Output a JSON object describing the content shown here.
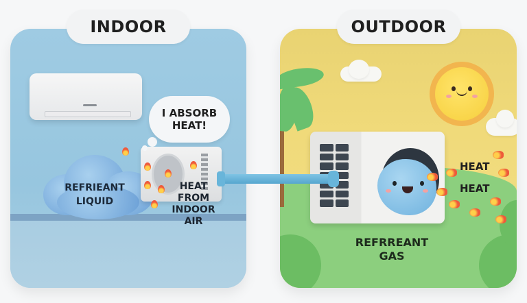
{
  "indoor": {
    "title": "INDOOR",
    "thought_bubble": {
      "line1": "I ABSORB",
      "line2": "HEAT!"
    },
    "refrigerant_label": {
      "line1": "REFRIEANT",
      "line2": "LIQUID"
    },
    "heat_label": {
      "line1": "HEAT",
      "line2": "FROM",
      "line3": "INDOOR",
      "line4": "AIR"
    },
    "colors": {
      "panel": "#9fcbe3",
      "floor_strip": "#7da3c4"
    }
  },
  "outdoor": {
    "title": "OUTDOOR",
    "refrigerant_label": {
      "line1": "REFRREANT",
      "line2": "GAS"
    },
    "heat_labels": [
      "HEAT",
      "HEAT"
    ],
    "colors": {
      "panel": "#e9d372",
      "grass": "#8ccf7e",
      "sun": "#f6cf3d"
    }
  },
  "connector": {
    "icon": "refrigerant-pipe",
    "color": "#68b5da"
  },
  "icons": [
    "air-conditioner-icon",
    "thought-bubble-icon",
    "cloud-icon",
    "flame-icon",
    "pipe-icon",
    "sun-icon",
    "palm-tree-icon",
    "outdoor-unit-icon",
    "smiling-gas-blob-icon",
    "fireball-icon"
  ]
}
